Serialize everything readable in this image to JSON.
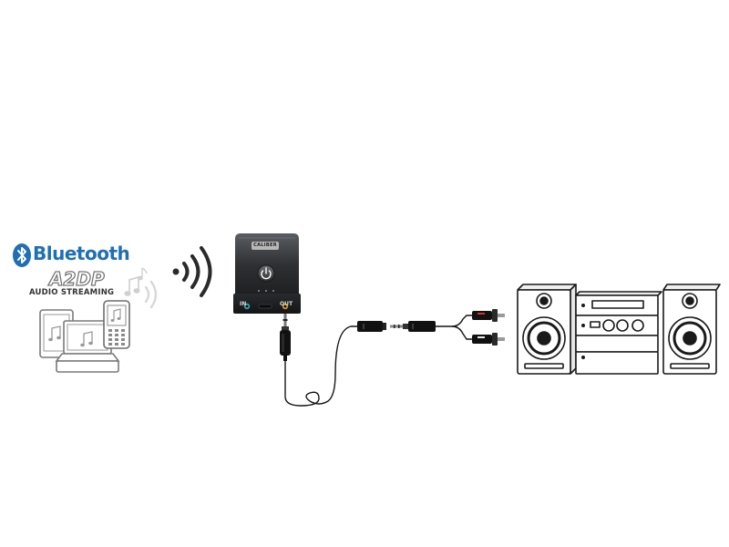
{
  "brand": {
    "bluetooth_word": "Bluetooth",
    "profile": "A2DP",
    "profile_subtitle": "AUDIO STREAMING",
    "color": "#1f6fb5"
  },
  "receiver": {
    "brand_label": "CALIBER",
    "port_in_label": "IN",
    "port_out_label": "OUT",
    "body_color": "#2e3033"
  },
  "icons": [
    "bluetooth-icon",
    "music-note-icon",
    "tablet-icon",
    "laptop-icon",
    "mobile-phone-icon",
    "wireless-signal-icon",
    "power-button-icon",
    "jack-plug-icon",
    "rca-plug-icon",
    "stereo-system-icon"
  ]
}
